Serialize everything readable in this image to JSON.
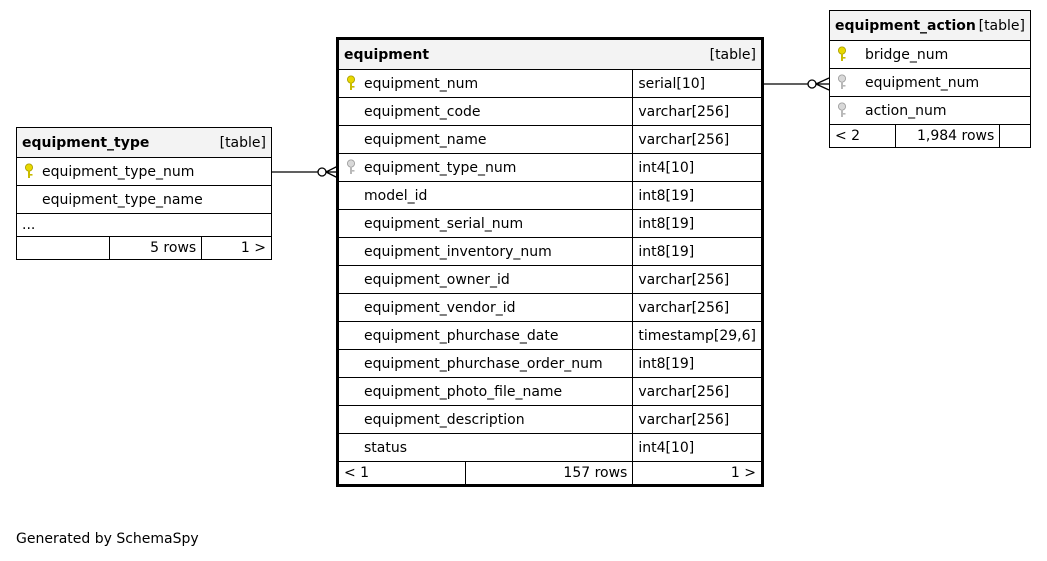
{
  "tables": {
    "equipment_type": {
      "name": "equipment_type",
      "tag": "[table]",
      "columns": [
        {
          "name": "equipment_type_num",
          "key": "primary"
        },
        {
          "name": "equipment_type_name",
          "key": "none"
        }
      ],
      "ellipsis": "...",
      "footer": {
        "left": "",
        "rows": "5 rows",
        "right": "1 >"
      }
    },
    "equipment": {
      "name": "equipment",
      "tag": "[table]",
      "columns": [
        {
          "name": "equipment_num",
          "type": "serial[10]",
          "key": "primary"
        },
        {
          "name": "equipment_code",
          "type": "varchar[256]",
          "key": "none"
        },
        {
          "name": "equipment_name",
          "type": "varchar[256]",
          "key": "none"
        },
        {
          "name": "equipment_type_num",
          "type": "int4[10]",
          "key": "foreign"
        },
        {
          "name": "model_id",
          "type": "int8[19]",
          "key": "none"
        },
        {
          "name": "equipment_serial_num",
          "type": "int8[19]",
          "key": "none"
        },
        {
          "name": "equipment_inventory_num",
          "type": "int8[19]",
          "key": "none"
        },
        {
          "name": "equipment_owner_id",
          "type": "varchar[256]",
          "key": "none"
        },
        {
          "name": "equipment_vendor_id",
          "type": "varchar[256]",
          "key": "none"
        },
        {
          "name": "equipment_phurchase_date",
          "type": "timestamp[29,6]",
          "key": "none"
        },
        {
          "name": "equipment_phurchase_order_num",
          "type": "int8[19]",
          "key": "none"
        },
        {
          "name": "equipment_photo_file_name",
          "type": "varchar[256]",
          "key": "none"
        },
        {
          "name": "equipment_description",
          "type": "varchar[256]",
          "key": "none"
        },
        {
          "name": "status",
          "type": "int4[10]",
          "key": "none"
        }
      ],
      "footer": {
        "left": "< 1",
        "rows": "157 rows",
        "right": "1 >"
      }
    },
    "equipment_action": {
      "name": "equipment_action",
      "tag": "[table]",
      "columns": [
        {
          "name": "bridge_num",
          "key": "primary"
        },
        {
          "name": "equipment_num",
          "key": "foreign"
        },
        {
          "name": "action_num",
          "key": "foreign"
        }
      ],
      "footer": {
        "left": "< 2",
        "rows": "1,984 rows"
      }
    }
  },
  "relationships": [
    {
      "from": "equipment_type.equipment_type_num",
      "to": "equipment.equipment_type_num"
    },
    {
      "from": "equipment.equipment_num",
      "to": "equipment_action.equipment_num"
    }
  ],
  "colors": {
    "primary_key": "#e8d800",
    "foreign_key": "#b8b8b8"
  },
  "generated_by": "Generated by SchemaSpy"
}
